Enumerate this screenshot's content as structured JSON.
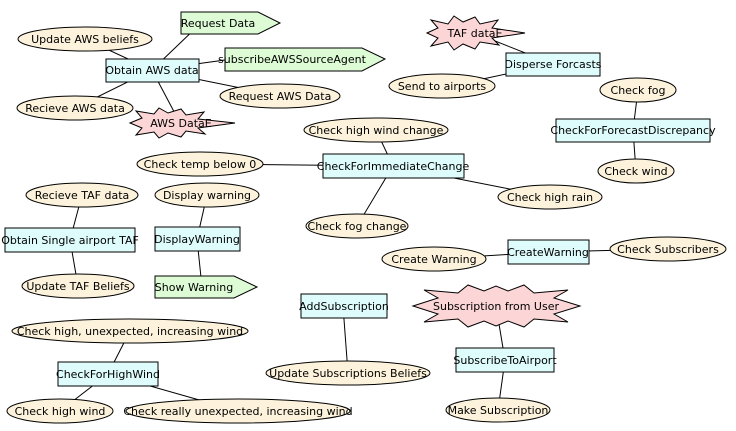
{
  "nodes": {
    "request_data": "Request Data",
    "update_aws_beliefs": "Update AWS beliefs",
    "subscribe_aws_source_agent": "subscribeAWSSourceAgent",
    "obtain_aws_data": "Obtain AWS data",
    "request_aws_data": "Request AWS Data",
    "recieve_aws_data": "Recieve AWS data",
    "aws_data_e": "AWS DataE",
    "taf_data_e": "TAF dataE",
    "disperse_forcasts": "Disperse Forcasts",
    "send_to_airports": "Send to airports",
    "check_fog": "Check fog",
    "check_for_forecast_discrepancy": "CheckForForecastDiscrepancy",
    "check_wind": "Check wind",
    "check_high_wind_change": "Check high wind change",
    "check_temp_below_0": "Check temp below 0",
    "check_for_immediate_change": "CheckForImmediateChange",
    "check_high_rain": "Check high rain",
    "check_fog_change": "Check fog change",
    "recieve_taf_data": "Recieve TAF data",
    "obtain_single_airport_taf": "Obtain Single airport TAF",
    "update_taf_beliefs": "Update TAF Beliefs",
    "display_warning": "Display warning",
    "display_warning_capability": "DisplayWarning",
    "show_warning": "Show Warning",
    "create_warning": "Create Warning",
    "create_warning_capability": "CreateWarning",
    "check_subscribers": "Check Subscribers",
    "add_subscription": "AddSubscription",
    "subscription_from_user": "Subscription from User",
    "subscribe_to_airport": "SubscribeToAirport",
    "update_subscriptions_beliefs": "Update Subscriptions Beliefs",
    "make_subscription": "Make Subscription",
    "check_high_unexpected_increasing_wind": "Check high, unexpected, increasing wind",
    "check_for_high_wind": "CheckForHighWind",
    "check_high_wind": "Check high wind",
    "check_really_unexpected_increasing_wind": "Check really unexpected, increasing wind"
  },
  "colors": {
    "goal_fill": "#fdf3dc",
    "capability_fill": "#dffcfc",
    "action_fill": "#ddfcd6",
    "percept_fill": "#fcd6d6"
  }
}
